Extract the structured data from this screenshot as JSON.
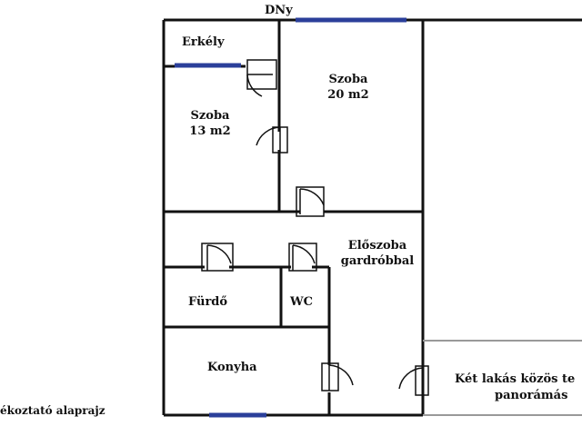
{
  "compass_label": "DNy",
  "caption": "ékoztató alaprajz",
  "rooms": {
    "erkely": "Erkély",
    "szoba_small_line1": "Szoba",
    "szoba_small_line2": "13 m2",
    "szoba_large_line1": "Szoba",
    "szoba_large_line2": "20 m2",
    "eloszoba_line1": "Előszoba",
    "eloszoba_line2": "gardróbbal",
    "furdo": "Fürdő",
    "wc": "WC",
    "konyha": "Konyha",
    "terrace_line1": "Két lakás közös te",
    "terrace_line2": "panorámás"
  },
  "colors": {
    "wall": "#111111",
    "window": "#2b3f9a",
    "thin_wall": "#999999"
  }
}
